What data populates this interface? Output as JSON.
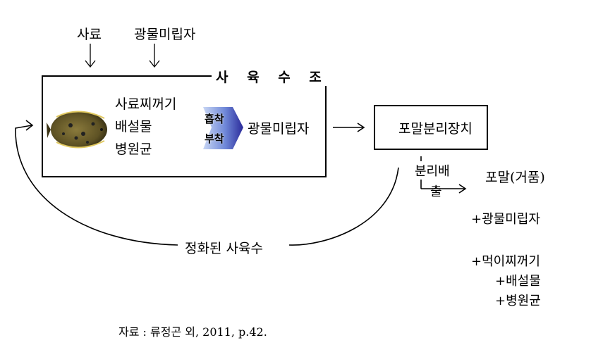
{
  "inputs": {
    "feed": "사료",
    "minerals": "광물미립자"
  },
  "tank": {
    "title": "사 육 수 조",
    "contents": [
      "사료찌꺼기",
      "배설물",
      "병원균"
    ],
    "process_top": "흡착",
    "process_bottom": "부착",
    "output": "광물미립자"
  },
  "separator": {
    "label": "포말분리장치"
  },
  "discharge": {
    "label_line1": "분리배",
    "label_line2": "출",
    "product": "포말(거품)",
    "items": [
      "+광물미립자",
      "+먹이찌꺼기",
      "+배설물",
      "+병원균"
    ]
  },
  "return_label": "정화된 사육수",
  "source": "자료 : 류정곤 외, 2011, p.42.",
  "colors": {
    "arrow_dark": "#2a2a9a",
    "arrow_light": "#8fa8e8"
  }
}
